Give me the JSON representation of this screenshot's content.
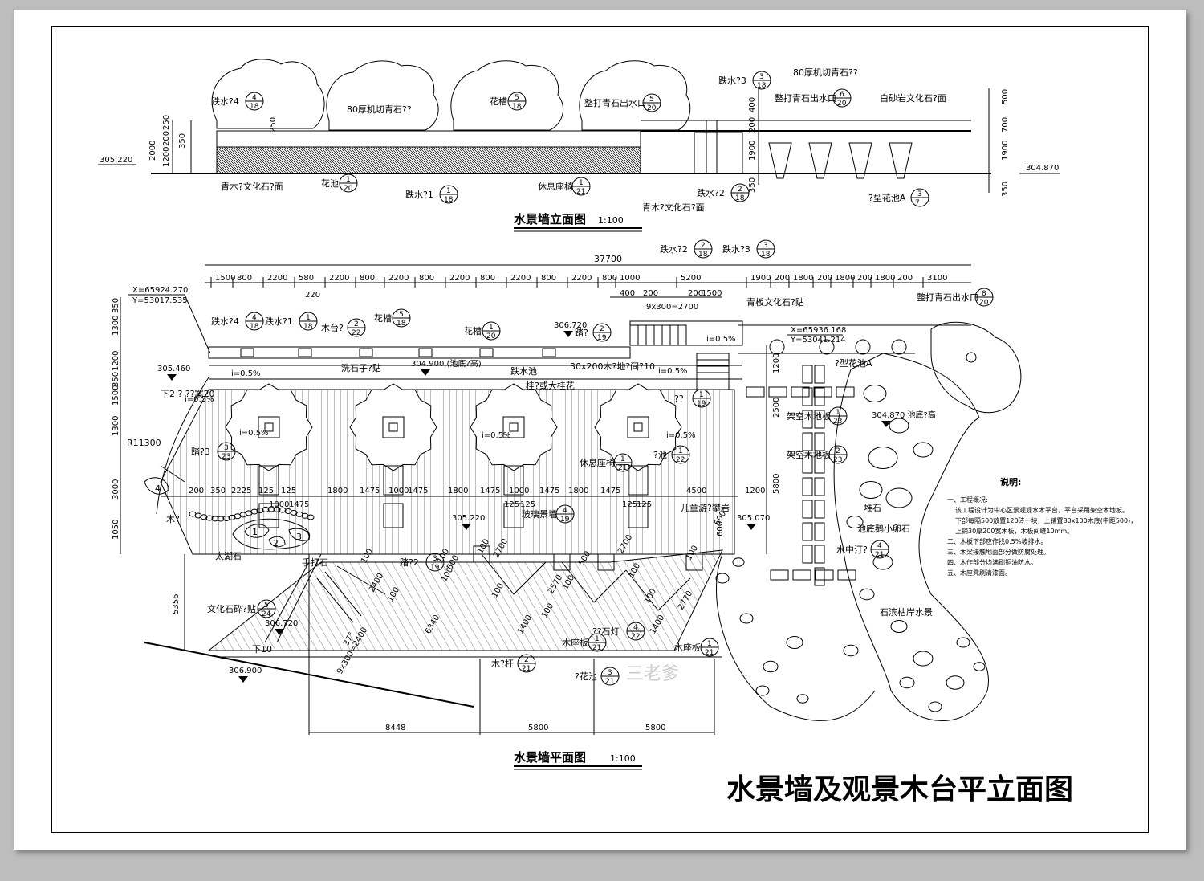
{
  "titles": {
    "elevation": "水景墙立面图",
    "elevation_scale": "1:100",
    "plan": "水景墙平面图",
    "plan_scale": "1:100",
    "sheet": "水景墙及观景木台平立面图"
  },
  "watermark": "三老爹",
  "elevation": {
    "levels": [
      "305.220",
      "304.870"
    ],
    "left_dims": [
      "2000",
      "1200",
      "250",
      "200",
      "350",
      "250"
    ],
    "right_dims": [
      "400",
      "200",
      "1900",
      "350"
    ],
    "far_right_dims": [
      "500",
      "700",
      "1900",
      "350"
    ],
    "labels": [
      {
        "text": "跌水?4",
        "ref": "4",
        "sheet": "18"
      },
      {
        "text": "80厚机切青石??"
      },
      {
        "text": "花槽",
        "ref": "5",
        "sheet": "18"
      },
      {
        "text": "整打青石出水口",
        "ref": "5",
        "sheet": "20"
      },
      {
        "text": "跌水?3",
        "ref": "3",
        "sheet": "18"
      },
      {
        "text": "80厚机切青石??"
      },
      {
        "text": "整打青石出水口",
        "ref": "6",
        "sheet": "20"
      },
      {
        "text": "白砂岩文化石?面"
      },
      {
        "text": "青木?文化石?面"
      },
      {
        "text": "花池",
        "ref": "1",
        "sheet": "20"
      },
      {
        "text": "跌水?1",
        "ref": "1",
        "sheet": "18"
      },
      {
        "text": "休息座椅",
        "ref": "1",
        "sheet": "21"
      },
      {
        "text": "青木?文化石?面"
      },
      {
        "text": "跌水?2",
        "ref": "2",
        "sheet": "18"
      },
      {
        "text": "?型花池A",
        "ref": "3",
        "sheet": "7"
      }
    ]
  },
  "plan": {
    "total_dim": "37700",
    "top_dims": [
      "1500",
      "800",
      "2200",
      "580",
      "2200",
      "800",
      "2200",
      "800",
      "2200",
      "800",
      "2200",
      "800",
      "2200",
      "800",
      "1000",
      "5200",
      "1900",
      "200",
      "1800",
      "200",
      "1800",
      "200",
      "1800",
      "200",
      "3100"
    ],
    "sub_dims": [
      "220",
      "400",
      "200",
      "200",
      "1500",
      "9x300=2700"
    ],
    "coords": [
      "X=65924.270",
      "Y=53017.535",
      "X=65936.168",
      "Y=53041.214"
    ],
    "left_dims": [
      "350",
      "1300",
      "1200",
      "350",
      "1500",
      "1300",
      "3000",
      "1050",
      "5356"
    ],
    "row_dims": [
      "200",
      "350",
      "2225",
      "125",
      "125",
      "1000",
      "1475",
      "1800",
      "1475",
      "1000",
      "1475",
      "1800",
      "1475",
      "1000",
      "1475",
      "1800",
      "1475",
      "125",
      "125",
      "125",
      "125",
      "4500",
      "1200"
    ],
    "bottom_dims": [
      "8448",
      "5800",
      "5800"
    ],
    "diag_dims": [
      "100",
      "2400",
      "100",
      "6340",
      "100",
      "100",
      "500",
      "100",
      "2700",
      "100",
      "1400",
      "100",
      "2570",
      "100",
      "500",
      "2700",
      "100",
      "1400",
      "100",
      "2770",
      "100",
      "600",
      "9x300=2400",
      "37°"
    ],
    "right_dims": [
      "1200",
      "2500",
      "5800",
      "600"
    ],
    "levels": [
      "306.720",
      "305.460",
      "304.900 (池底?高)",
      "305.220",
      "305.070",
      "304.870 池底?高",
      "306.720",
      "306.900"
    ],
    "slopes": [
      "i=0.5%",
      "i=0.5%",
      "i=0.5%",
      "i=0.5%",
      "i=0.5%",
      "i=0.5%",
      "i=0.5%"
    ],
    "labels": [
      {
        "text": "跌水?2",
        "ref": "2",
        "sheet": "18"
      },
      {
        "text": "跌水?3",
        "ref": "3",
        "sheet": "18"
      },
      {
        "text": "跌水?4",
        "ref": "4",
        "sheet": "18"
      },
      {
        "text": "跌水?1",
        "ref": "1",
        "sheet": "18"
      },
      {
        "text": "木台?",
        "ref": "2",
        "sheet": "22"
      },
      {
        "text": "花槽",
        "ref": "5",
        "sheet": "18"
      },
      {
        "text": "花槽",
        "ref": "1",
        "sheet": "20"
      },
      {
        "text": "踏?",
        "ref": "2",
        "sheet": "19"
      },
      {
        "text": "青板文化石?贴"
      },
      {
        "text": "整打青石出水口",
        "ref": "8",
        "sheet": "20"
      },
      {
        "text": "洗石子?贴"
      },
      {
        "text": "跌水池"
      },
      {
        "text": "30x200木?地?间?10"
      },
      {
        "text": "?型花池A"
      },
      {
        "text": "桂?或大桂花"
      },
      {
        "text": "下2  ?  ??案20"
      },
      {
        "text": "R11300"
      },
      {
        "text": "踏?3",
        "ref": "3",
        "sheet": "23"
      },
      {
        "text": "??",
        "ref": "1",
        "sheet": "19"
      },
      {
        "text": "架空木地板",
        "ref": "1",
        "sheet": "23"
      },
      {
        "text": "架空木地板",
        "ref": "2",
        "sheet": "23"
      },
      {
        "text": "休息座椅",
        "ref": "1",
        "sheet": "21"
      },
      {
        "text": "?池",
        "ref": "1",
        "sheet": "22"
      },
      {
        "text": "玻璃景墙",
        "ref": "4",
        "sheet": "19"
      },
      {
        "text": "儿童游?攀岩"
      },
      {
        "text": "堆石"
      },
      {
        "text": "池底鹅小卵石"
      },
      {
        "text": "水中汀?",
        "ref": "4",
        "sheet": "21"
      },
      {
        "text": "石滨枯岸水景"
      },
      {
        "text": "木?"
      },
      {
        "text": "太湖石"
      },
      {
        "text": "手打石"
      },
      {
        "text": "踏?2",
        "ref": "3",
        "sheet": "19"
      },
      {
        "text": "文化石砕?贴",
        "ref": "5",
        "sheet": "24"
      },
      {
        "text": "下10"
      },
      {
        "text": "??石灯",
        "ref": "4",
        "sheet": "22"
      },
      {
        "text": "木座板",
        "ref": "1",
        "sheet": "21"
      },
      {
        "text": "木座板",
        "ref": "1",
        "sheet": "21"
      },
      {
        "text": "木?杆",
        "ref": "2",
        "sheet": "21"
      },
      {
        "text": "?花池",
        "ref": "3",
        "sheet": "21"
      }
    ],
    "rock_numbers": [
      "1",
      "2",
      "3",
      "4"
    ]
  },
  "notes": {
    "title": "说明:",
    "lines": [
      "一、工程概况:",
      "该工程设计为中心区景观观水木平台，平台采用架空木地板。",
      "下部每隔500放置120砖一块，上铺置80x100木底(中距500)，",
      "上铺30厚200宽木板，木板间缝10mm。",
      "二、木板下部应作找0.5%坡排水。",
      "三、木梁接触地面部分做防腐处理。",
      "四、木作部分均满刷铜油防水。",
      "五、木座凳刷清漆面。"
    ]
  }
}
